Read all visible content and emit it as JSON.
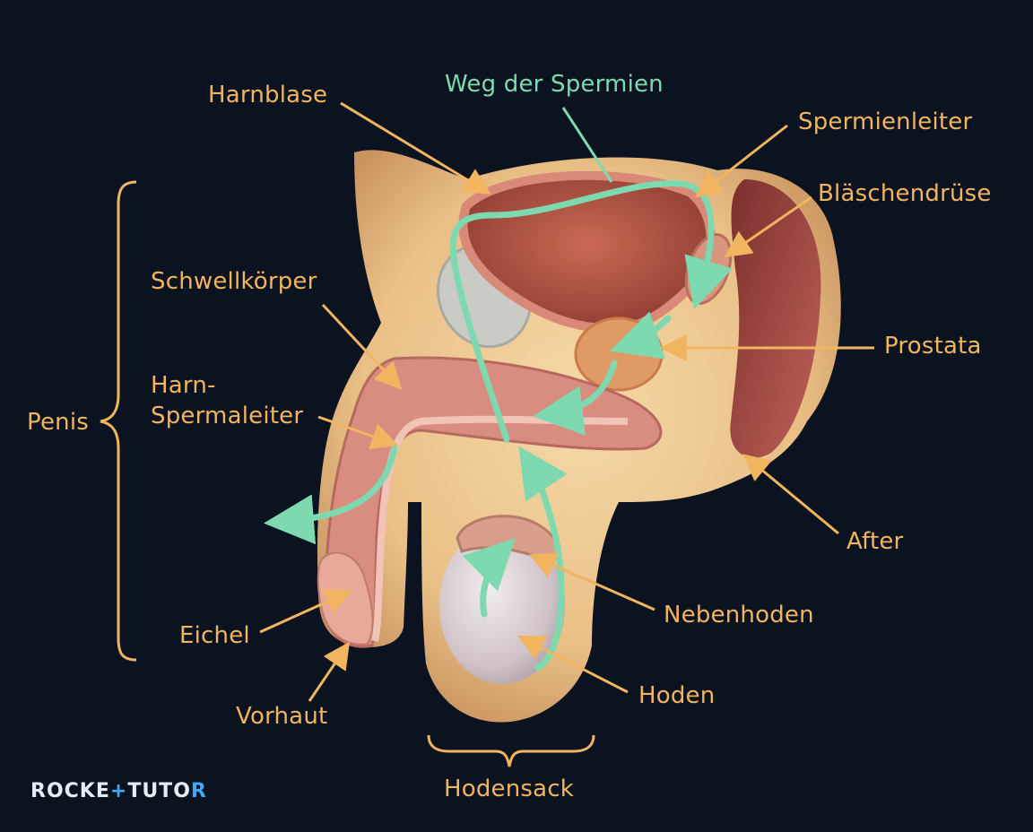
{
  "diagram": {
    "path_label": "Weg der Spermien",
    "labels": {
      "harnblase": "Harnblase",
      "spermienleiter": "Spermienleiter",
      "blaeschendruese": "Bläschendrüse",
      "schwellkoerper": "Schwellkörper",
      "harn_line1": "Harn-",
      "harn_line2": "Spermaleiter",
      "prostata": "Prostata",
      "penis": "Penis",
      "after": "After",
      "nebenhoden": "Nebenhoden",
      "eichel": "Eichel",
      "hoden": "Hoden",
      "vorhaut": "Vorhaut",
      "hodensack": "Hodensack"
    },
    "colors": {
      "label": "#f1b560",
      "path": "#7fd9b0",
      "background": "#0b1320"
    }
  },
  "brand": {
    "part1": "ROCKE",
    "plus": "+",
    "part2": "TUTO",
    "part3": "R"
  }
}
